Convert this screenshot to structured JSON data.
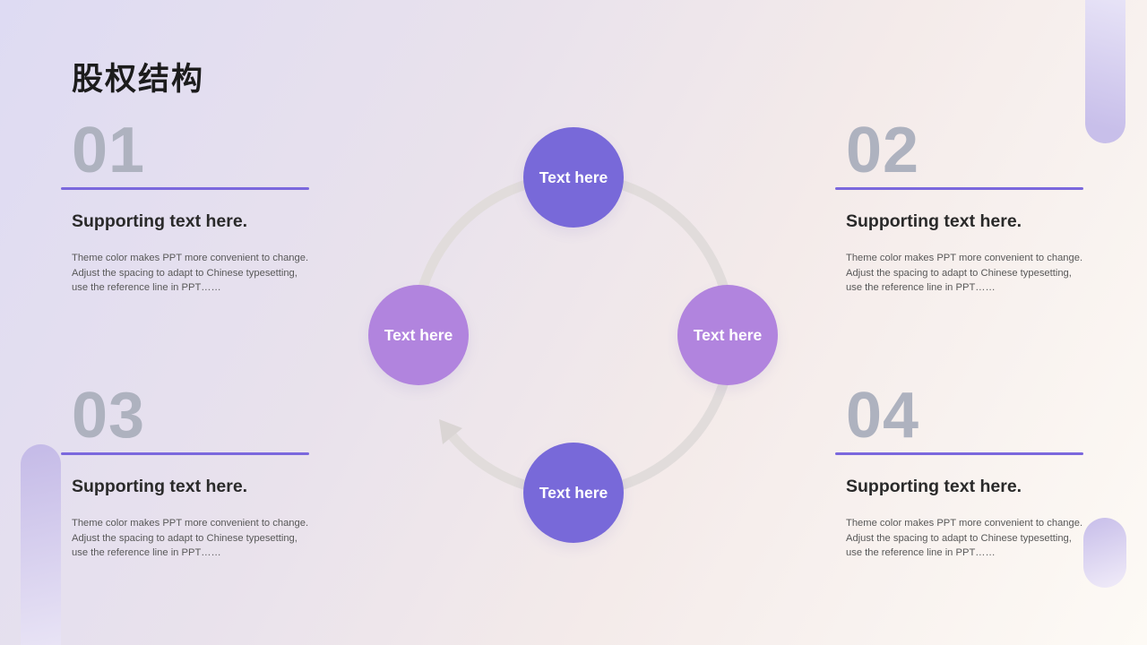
{
  "slide": {
    "title": "股权结构",
    "sections": [
      {
        "number": "01",
        "heading": "Supporting text here.",
        "body": "Theme color makes PPT more convenient to change.\nAdjust the spacing to adapt to Chinese typesetting,\nuse the reference line in PPT……"
      },
      {
        "number": "02",
        "heading": "Supporting text here.",
        "body": "Theme color makes PPT more convenient to change.\nAdjust the spacing to adapt to Chinese typesetting,\nuse the reference line in PPT……"
      },
      {
        "number": "03",
        "heading": "Supporting text here.",
        "body": "Theme color makes PPT more convenient to change.\nAdjust the spacing to adapt to Chinese typesetting,\nuse the reference line in PPT……"
      },
      {
        "number": "04",
        "heading": "Supporting text here.",
        "body": "Theme color makes PPT more convenient to change.\nAdjust the spacing to adapt to Chinese typesetting,\nuse the reference line in PPT……"
      }
    ],
    "diagram": {
      "nodes": [
        {
          "position": "top",
          "label": "Text here"
        },
        {
          "position": "right",
          "label": "Text here"
        },
        {
          "position": "bottom",
          "label": "Text here"
        },
        {
          "position": "left",
          "label": "Text here"
        }
      ],
      "flow_direction": "clockwise"
    },
    "colors": {
      "accent_rule": "#7b68dd",
      "node_dark": "#7869d9",
      "node_light": "#b184de",
      "ring_gray": "#e1dcdb",
      "number_gray": "#aeb2bf"
    }
  }
}
